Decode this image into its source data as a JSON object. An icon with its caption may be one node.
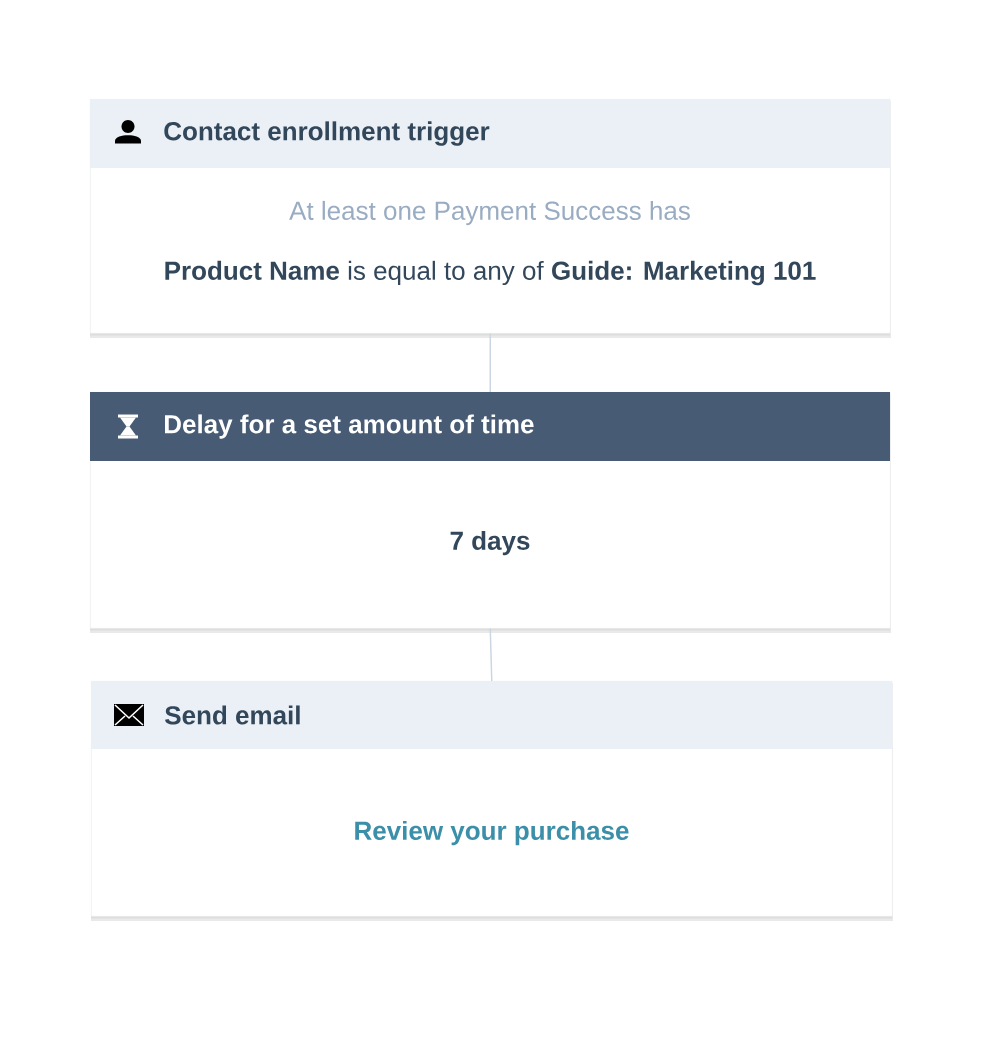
{
  "diagram": {
    "nodes": [
      {
        "text": [
          "Contact enrollment trigger",
          "At least one Payment Success has",
          "**Product Name** is equal to any of **Guide: Marketing 101**"
        ]
      },
      {
        "text": [
          "Delay for a set amount of time",
          "7 days"
        ]
      },
      {
        "text": [
          "Send email",
          "Review your purchase"
        ]
      }
    ],
    "edges": [
      {
        "from": 0,
        "to": 1,
        "arrow": "none"
      },
      {
        "from": 1,
        "to": 2,
        "arrow": "none"
      }
    ]
  }
}
